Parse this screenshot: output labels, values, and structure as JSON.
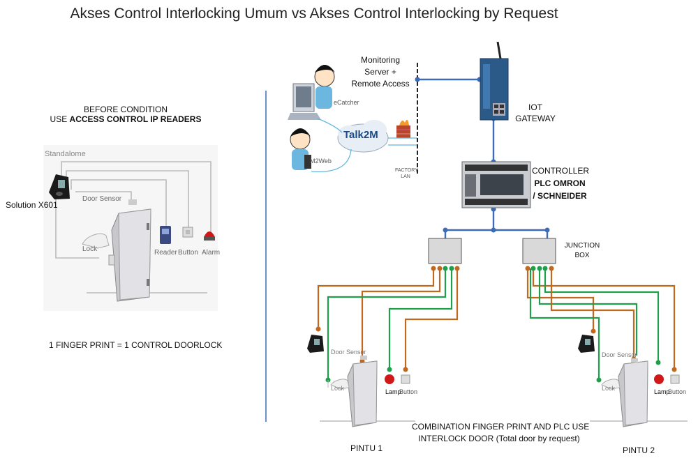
{
  "title": "Akses Control Interlocking Umum vs Akses Control Interlocking by Request",
  "left": {
    "before_line1": "BEFORE CONDITION",
    "before_line2_prefix": "USE ",
    "before_line2_bold": "ACCESS CONTROL IP READERS",
    "standalone": "Standalome",
    "solution": "Solution X601",
    "door_sensor": "Door Sensor",
    "lock": "Lock",
    "reader": "Reader",
    "button": "Button",
    "alarm": "Alarm",
    "note": "1 FINGER PRINT = 1 CONTROL DOORLOCK"
  },
  "right": {
    "monitoring": [
      "Monitoring",
      "Server +",
      "Remote Access"
    ],
    "iot": [
      "IOT",
      "GATEWAY"
    ],
    "controller": "CONTROLLER",
    "plc1": "PLC OMRON",
    "plc2": "/ SCHNEIDER",
    "junction": [
      "JUNCTION",
      "BOX"
    ],
    "talk2m": "Talk2M",
    "ecatcher": "eCatcher",
    "m2web": "M2Web",
    "factory_lan": [
      "FACTORY",
      "LAN"
    ],
    "door_sensor": "Door Sensor",
    "lock": "Lock",
    "lamp": "Lamp",
    "button": "Button",
    "pintu1": "PINTU 1",
    "pintu2": "PINTU 2",
    "combination": [
      "COMBINATION FINGER PRINT AND PLC USE",
      "INTERLOCK DOOR (Total door by request)"
    ]
  },
  "colors": {
    "blue": "#3d6cb5",
    "orange": "#c0681e",
    "green": "#1f9e4b",
    "red": "#d01818"
  }
}
